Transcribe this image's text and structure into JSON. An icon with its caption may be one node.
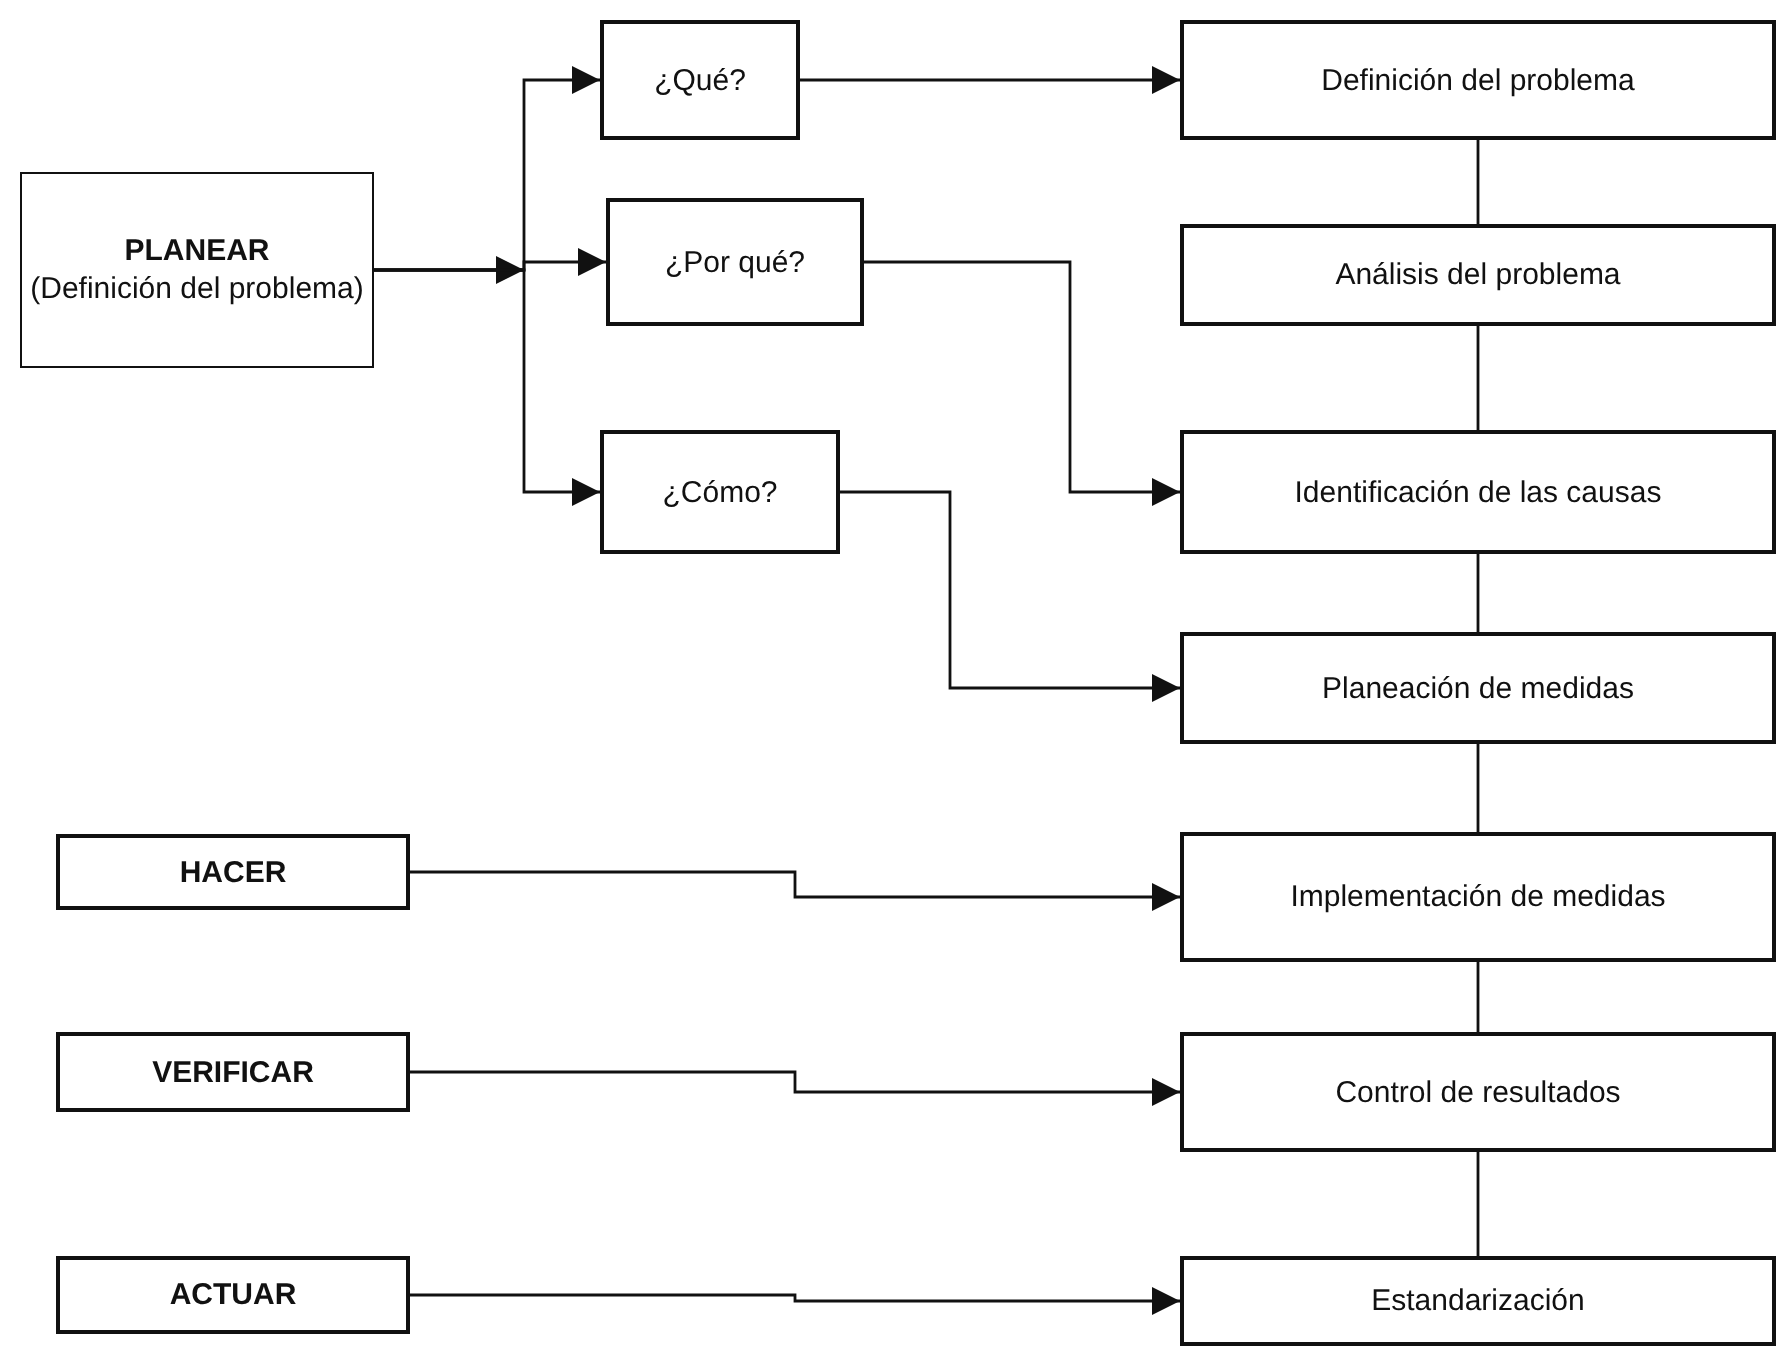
{
  "diagram": {
    "nodes": [
      {
        "text": [
          "PLANEAR",
          "(Definición del problema)"
        ]
      },
      {
        "text": [
          "¿Qué?"
        ]
      },
      {
        "text": [
          "¿Por qué?"
        ]
      },
      {
        "text": [
          "¿Cómo?"
        ]
      },
      {
        "text": [
          "Definición del problema"
        ]
      },
      {
        "text": [
          "Análisis del problema"
        ]
      },
      {
        "text": [
          "Identificación de las causas"
        ]
      },
      {
        "text": [
          "Planeación de medidas"
        ]
      },
      {
        "text": [
          "HACER"
        ]
      },
      {
        "text": [
          "Implementación de medidas"
        ]
      },
      {
        "text": [
          "VERIFICAR"
        ]
      },
      {
        "text": [
          "Control de resultados"
        ]
      },
      {
        "text": [
          "ACTUAR"
        ]
      },
      {
        "text": [
          "Estandarización"
        ]
      }
    ],
    "edges": [
      {
        "from": 0,
        "to": 1,
        "arrow": "to"
      },
      {
        "from": 0,
        "to": 2,
        "arrow": "to"
      },
      {
        "from": 0,
        "to": 3,
        "arrow": "to"
      },
      {
        "from": 1,
        "to": 4,
        "arrow": "to"
      },
      {
        "from": 2,
        "to": 6,
        "arrow": "to"
      },
      {
        "from": 3,
        "to": 7,
        "arrow": "to"
      },
      {
        "from": 4,
        "to": 5,
        "arrow": "none"
      },
      {
        "from": 5,
        "to": 6,
        "arrow": "none"
      },
      {
        "from": 6,
        "to": 7,
        "arrow": "none"
      },
      {
        "from": 7,
        "to": 9,
        "arrow": "none"
      },
      {
        "from": 9,
        "to": 11,
        "arrow": "none"
      },
      {
        "from": 11,
        "to": 13,
        "arrow": "none"
      },
      {
        "from": 8,
        "to": 9,
        "arrow": "to"
      },
      {
        "from": 10,
        "to": 11,
        "arrow": "to"
      },
      {
        "from": 12,
        "to": 13,
        "arrow": "to"
      }
    ]
  }
}
